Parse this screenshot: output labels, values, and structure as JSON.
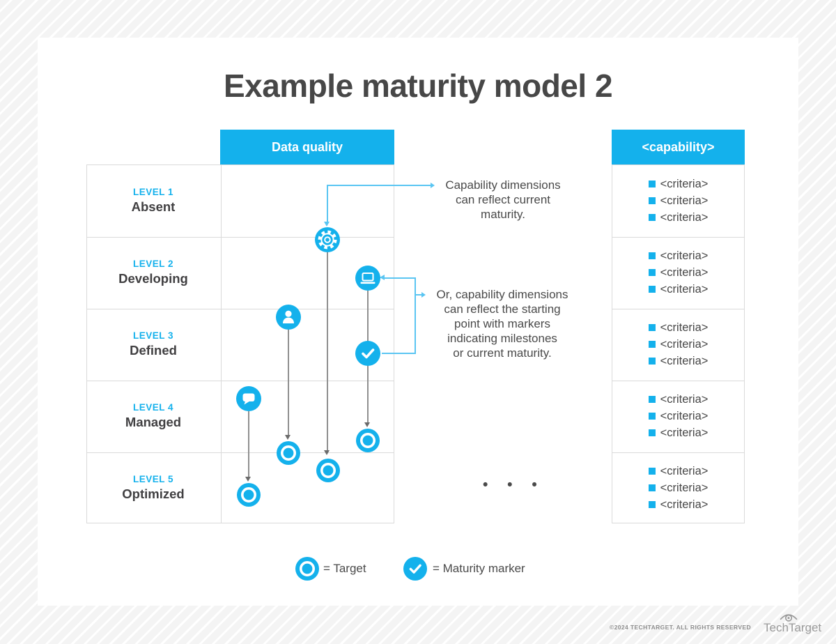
{
  "page": {
    "title": "Example maturity model 2"
  },
  "colors": {
    "accent": "#14b1ec",
    "connector_blue": "#5ac5f2",
    "text_dark": "#4a4a4a",
    "grid_border": "#dadada",
    "arrow_gray": "#909090",
    "stripe_background": "#f4f4f4",
    "footer_gray": "#8e8e8e"
  },
  "icons": {
    "gear": "⚙",
    "laptop": "💻",
    "person": "👤",
    "check": "✓",
    "speech-bubble": "💬",
    "target": "◎",
    "criteria-bullet": "■",
    "eye": "👁"
  },
  "matrix": {
    "column_header": "Data quality",
    "levels": [
      {
        "label": "LEVEL 1",
        "name": "Absent"
      },
      {
        "label": "LEVEL 2",
        "name": "Developing"
      },
      {
        "label": "LEVEL 3",
        "name": "Defined"
      },
      {
        "label": "LEVEL 4",
        "name": "Managed"
      },
      {
        "label": "LEVEL 5",
        "name": "Optimized"
      }
    ]
  },
  "capability": {
    "header": "<capability>",
    "rows": [
      {
        "items": [
          "<criteria>",
          "<criteria>",
          "<criteria>"
        ]
      },
      {
        "items": [
          "<criteria>",
          "<criteria>",
          "<criteria>"
        ]
      },
      {
        "items": [
          "<criteria>",
          "<criteria>",
          "<criteria>"
        ]
      },
      {
        "items": [
          "<criteria>",
          "<criteria>",
          "<criteria>"
        ]
      },
      {
        "items": [
          "<criteria>",
          "<criteria>",
          "<criteria>"
        ]
      }
    ]
  },
  "annotations": {
    "current": {
      "lines": [
        "Capability dimensions",
        "can reflect current",
        "maturity."
      ]
    },
    "starting": {
      "lines": [
        "Or, capability dimensions",
        "can reflect the starting",
        "point with markers",
        "indicating milestones",
        "or current maturity."
      ]
    }
  },
  "ellipsis": "• • •",
  "legend": {
    "target_label": "= Target",
    "marker_label": "= Maturity marker"
  },
  "footer": {
    "copyright": "©2024 TECHTARGET. ALL RIGHTS RESERVED",
    "brand": "TechTarget"
  }
}
